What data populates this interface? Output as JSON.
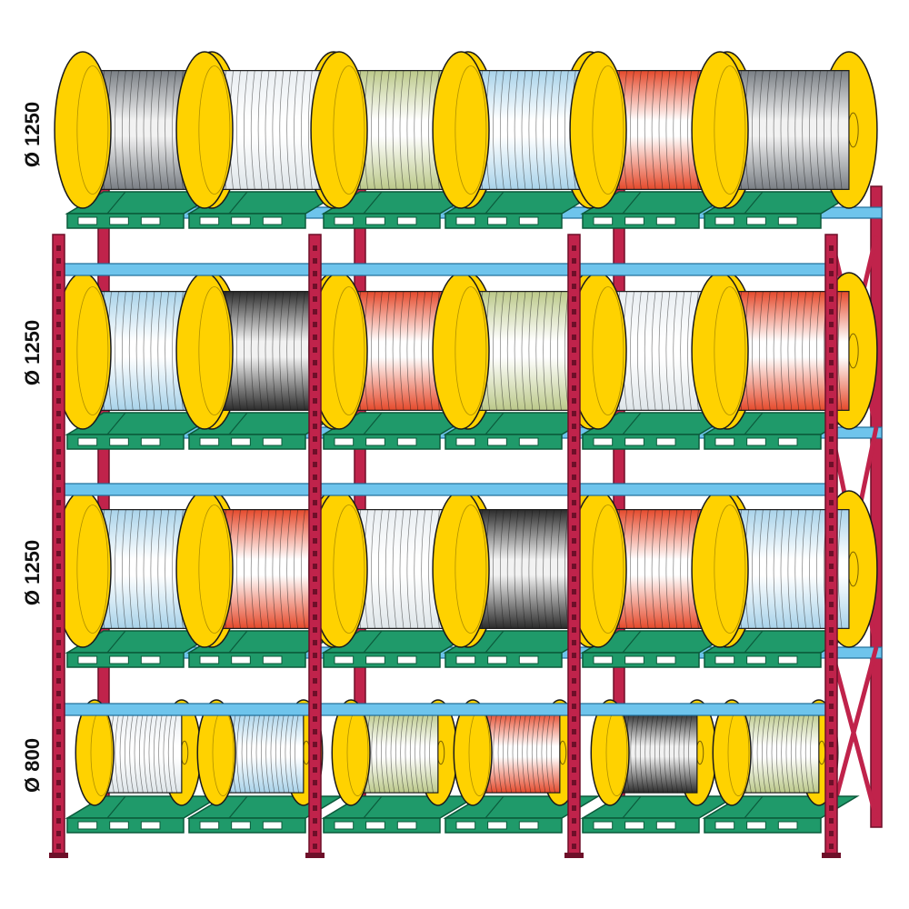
{
  "colors": {
    "upright": "#c0234b",
    "upright_edge": "#6e0f29",
    "beam": "#6ec4ec",
    "beam_edge": "#1f6f99",
    "pallet": "#1f9a6a",
    "pallet_edge": "#0b5a3b",
    "reel_flange": "#ffd200",
    "reel_flange_edge": "#7a6200",
    "outline": "#1a1a1a"
  },
  "cable_colors": {
    "grey": "#7a7f85",
    "white": "#ffffff",
    "olive": "#bcc98a",
    "blue": "#a9d3ea",
    "red": "#e54a2c",
    "black": "#2c2c2c"
  },
  "levels": [
    {
      "label": "Ø 1250",
      "size": "large",
      "reels": [
        "grey",
        "white",
        "olive",
        "blue",
        "red",
        "grey"
      ]
    },
    {
      "label": "Ø 1250",
      "size": "large",
      "reels": [
        "blue",
        "black",
        "red",
        "olive",
        "white",
        "red"
      ]
    },
    {
      "label": "Ø 1250",
      "size": "large",
      "reels": [
        "blue",
        "red",
        "white",
        "black",
        "red",
        "blue"
      ]
    },
    {
      "label": "Ø 800",
      "size": "small",
      "reels": [
        "white",
        "blue",
        "olive",
        "red",
        "black",
        "olive"
      ]
    }
  ]
}
